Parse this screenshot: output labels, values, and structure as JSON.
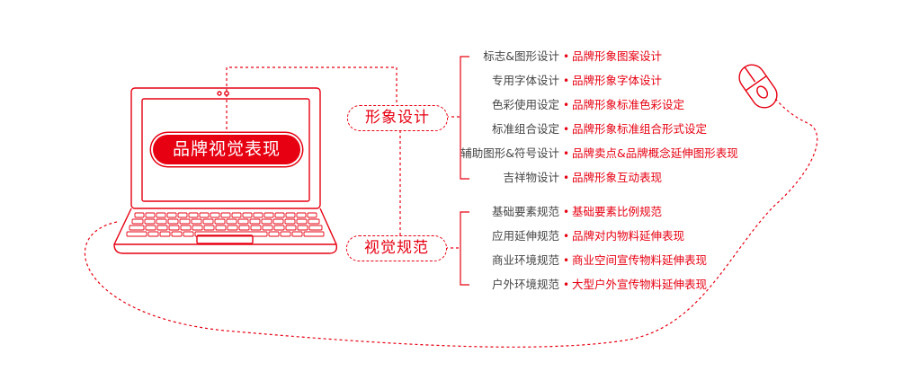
{
  "main_title": "品牌视觉表现",
  "groups": [
    {
      "title": "形象设计",
      "items": [
        {
          "label": "标志&图形设计",
          "value": "品牌形象图案设计"
        },
        {
          "label": "专用字体设计",
          "value": "品牌形象字体设计"
        },
        {
          "label": "色彩使用设定",
          "value": "品牌形象标准色彩设定"
        },
        {
          "label": "标准组合设定",
          "value": "品牌形象标准组合形式设定"
        },
        {
          "label": "辅助图形&符号设计",
          "value": "品牌卖点&品牌概念延伸图形表现"
        },
        {
          "label": "吉祥物设计",
          "value": "品牌形象互动表现"
        }
      ]
    },
    {
      "title": "视觉规范",
      "items": [
        {
          "label": "基础要素规范",
          "value": "基础要素比例规范"
        },
        {
          "label": "应用延伸规范",
          "value": "品牌对内物料延伸表现"
        },
        {
          "label": "商业环境规范",
          "value": "商业空间宣传物料延伸表现"
        },
        {
          "label": "户外环境规范",
          "value": "大型户外宣传物料延伸表现"
        }
      ]
    }
  ],
  "colors": {
    "accent": "#e60012",
    "label_text": "#444444",
    "background": "#ffffff"
  },
  "icons": [
    "laptop-icon",
    "computer-mouse-icon"
  ]
}
